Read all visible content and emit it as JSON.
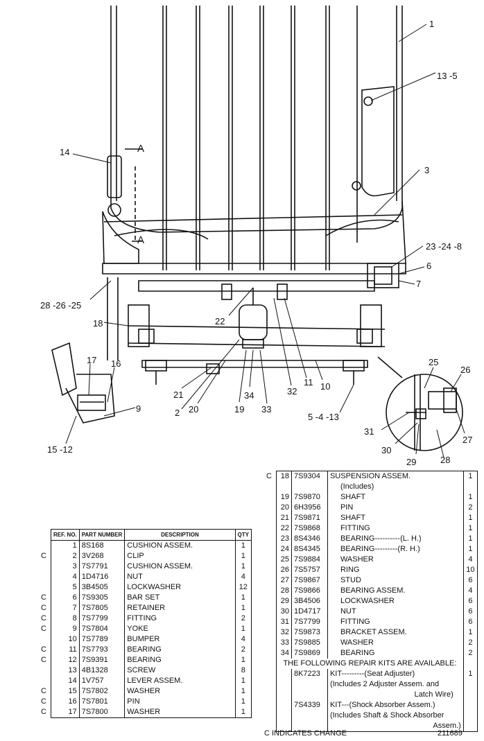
{
  "callouts": {
    "c1": "1",
    "c13_5": "13 -5",
    "c3": "3",
    "c14": "14",
    "cA_top": "A",
    "cA_bot": "A",
    "c23_24_8": "23 -24 -8",
    "c6": "6",
    "c7": "7",
    "c28_26_25": "28 -26 -25",
    "c22": "22",
    "c18": "18",
    "c17": "17",
    "c16": "16",
    "c9": "9",
    "c15_12": "15 -12",
    "c21": "21",
    "c2": "2",
    "c20": "20",
    "c19": "19",
    "c34": "34",
    "c33": "33",
    "c32": "32",
    "c11": "11",
    "c10": "10",
    "c5_4_13": "5 -4 -13",
    "c25": "25",
    "c26": "26",
    "c31": "31",
    "c30": "30",
    "c29": "29",
    "c28": "28",
    "c27": "27"
  },
  "table_headers": {
    "ref": "REF. NO.",
    "part": "PART NUMBER",
    "desc": "DESCRIPTION",
    "qty": "QTY"
  },
  "left_rows": [
    {
      "c": "",
      "ref": "1",
      "pn": "8S168",
      "desc": "CUSHION ASSEM.",
      "qty": "1"
    },
    {
      "c": "C",
      "ref": "2",
      "pn": "3V268",
      "desc": "CLIP",
      "qty": "1"
    },
    {
      "c": "",
      "ref": "3",
      "pn": "7S7791",
      "desc": "CUSHION ASSEM.",
      "qty": "1"
    },
    {
      "c": "",
      "ref": "4",
      "pn": "1D4716",
      "desc": "NUT",
      "qty": "4"
    },
    {
      "c": "",
      "ref": "5",
      "pn": "3B4505",
      "desc": "LOCKWASHER",
      "qty": "12"
    },
    {
      "c": "C",
      "ref": "6",
      "pn": "7S9305",
      "desc": "BAR SET",
      "qty": "1"
    },
    {
      "c": "C",
      "ref": "7",
      "pn": "7S7805",
      "desc": "RETAINER",
      "qty": "1"
    },
    {
      "c": "C",
      "ref": "8",
      "pn": "7S7799",
      "desc": "FITTING",
      "qty": "2"
    },
    {
      "c": "C",
      "ref": "9",
      "pn": "7S7804",
      "desc": "YOKE",
      "qty": "1"
    },
    {
      "c": "",
      "ref": "10",
      "pn": "7S7789",
      "desc": "BUMPER",
      "qty": "4"
    },
    {
      "c": "C",
      "ref": "11",
      "pn": "7S7793",
      "desc": "BEARING",
      "qty": "2"
    },
    {
      "c": "C",
      "ref": "12",
      "pn": "7S9391",
      "desc": "BEARING",
      "qty": "1"
    },
    {
      "c": "",
      "ref": "13",
      "pn": "4B1328",
      "desc": "SCREW",
      "qty": "8"
    },
    {
      "c": "",
      "ref": "14",
      "pn": "1V757",
      "desc": "LEVER ASSEM.",
      "qty": "1"
    },
    {
      "c": "C",
      "ref": "15",
      "pn": "7S7802",
      "desc": "WASHER",
      "qty": "1"
    },
    {
      "c": "C",
      "ref": "16",
      "pn": "7S7801",
      "desc": "PIN",
      "qty": "1"
    },
    {
      "c": "C",
      "ref": "17",
      "pn": "7S7800",
      "desc": "WASHER",
      "qty": "1"
    }
  ],
  "right_rows": [
    {
      "c": "C",
      "ref": "18",
      "pn": "7S9304",
      "desc": "SUSPENSION ASSEM.",
      "qty": "1"
    },
    {
      "c": "",
      "ref": "",
      "pn": "",
      "desc": "(Includes)",
      "qty": "",
      "indent": true
    },
    {
      "c": "",
      "ref": "19",
      "pn": "7S9870",
      "desc": "SHAFT",
      "qty": "1",
      "indent": true
    },
    {
      "c": "",
      "ref": "20",
      "pn": "6H3956",
      "desc": "PIN",
      "qty": "2",
      "indent": true
    },
    {
      "c": "",
      "ref": "21",
      "pn": "7S9871",
      "desc": "SHAFT",
      "qty": "1",
      "indent": true
    },
    {
      "c": "",
      "ref": "22",
      "pn": "7S9868",
      "desc": "FITTING",
      "qty": "1",
      "indent": true
    },
    {
      "c": "",
      "ref": "23",
      "pn": "8S4346",
      "desc": "BEARING----------(L. H.)",
      "qty": "1",
      "indent": true
    },
    {
      "c": "",
      "ref": "24",
      "pn": "8S4345",
      "desc": "BEARING---------(R. H.)",
      "qty": "1",
      "indent": true
    },
    {
      "c": "",
      "ref": "25",
      "pn": "7S9884",
      "desc": "WASHER",
      "qty": "4",
      "indent": true
    },
    {
      "c": "",
      "ref": "26",
      "pn": "7S5757",
      "desc": "RING",
      "qty": "10",
      "indent": true
    },
    {
      "c": "",
      "ref": "27",
      "pn": "7S9867",
      "desc": "STUD",
      "qty": "6",
      "indent": true
    },
    {
      "c": "",
      "ref": "28",
      "pn": "7S9866",
      "desc": "BEARING ASSEM.",
      "qty": "4",
      "indent": true
    },
    {
      "c": "",
      "ref": "29",
      "pn": "3B4506",
      "desc": "LOCKWASHER",
      "qty": "6",
      "indent": true
    },
    {
      "c": "",
      "ref": "30",
      "pn": "1D4717",
      "desc": "NUT",
      "qty": "6",
      "indent": true
    },
    {
      "c": "",
      "ref": "31",
      "pn": "7S7799",
      "desc": "FITTING",
      "qty": "6",
      "indent": true
    },
    {
      "c": "",
      "ref": "32",
      "pn": "7S9873",
      "desc": "BRACKET ASSEM.",
      "qty": "1",
      "indent": true
    },
    {
      "c": "",
      "ref": "33",
      "pn": "7S9885",
      "desc": "WASHER",
      "qty": "2",
      "indent": true
    },
    {
      "c": "",
      "ref": "34",
      "pn": "7S9869",
      "desc": "BEARING",
      "qty": "2",
      "indent": true
    }
  ],
  "kits": {
    "heading": "THE FOLLOWING REPAIR KITS ARE AVAILABLE:",
    "kit1_pn": "8K7223",
    "kit1_desc": "KIT---------(Seat Adjuster)",
    "kit1_qty": "1",
    "kit1_note1": "(Includes 2 Adjuster Assem. and",
    "kit1_note2": "Latch Wire)",
    "kit2_pn": "7S4339",
    "kit2_desc": "KIT---(Shock Absorber Assem.)",
    "kit2_note1": "(Includes Shaft & Shock Absorber",
    "kit2_note2": "Assem.)"
  },
  "footer": {
    "change_note": "C INDICATES CHANGE",
    "figure_no": "211689"
  }
}
